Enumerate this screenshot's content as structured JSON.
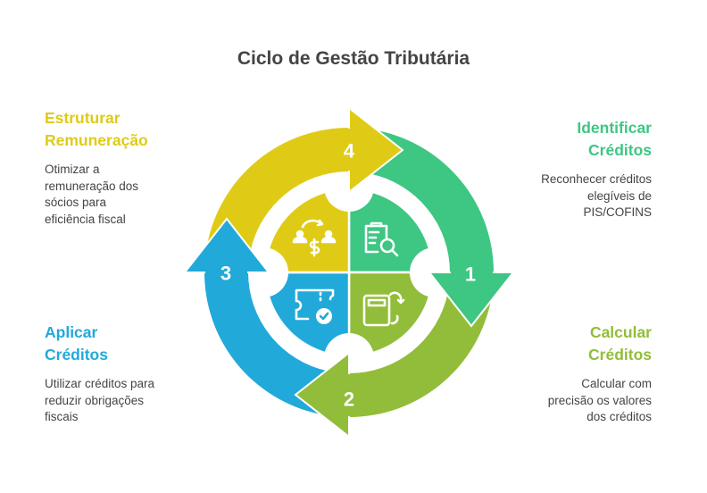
{
  "title": "Ciclo de Gestão Tributária",
  "colors": {
    "identify": "#3ec683",
    "calculate": "#92bd3a",
    "apply": "#21a9da",
    "structure": "#dfcb16"
  },
  "steps": [
    {
      "number": "1",
      "heading": [
        "Identificar",
        "Créditos"
      ],
      "body": [
        "Reconhecer créditos",
        "elegíveis de",
        "PIS/COFINS"
      ],
      "icon": "clipboard-search-icon"
    },
    {
      "number": "2",
      "heading": [
        "Calcular",
        "Créditos"
      ],
      "body": [
        "Calcular com",
        "precisão os valores",
        "dos créditos"
      ],
      "icon": "calculator-refresh-icon"
    },
    {
      "number": "3",
      "heading": [
        "Aplicar",
        "Créditos"
      ],
      "body": [
        "Utilizar créditos para",
        "reduzir obrigações",
        "fiscais"
      ],
      "icon": "ticket-check-icon"
    },
    {
      "number": "4",
      "heading": [
        "Estruturar",
        "Remuneração"
      ],
      "body": [
        "Otimizar a",
        "remuneração dos",
        "sócios para",
        "eficiência fiscal"
      ],
      "icon": "people-money-transfer-icon"
    }
  ]
}
